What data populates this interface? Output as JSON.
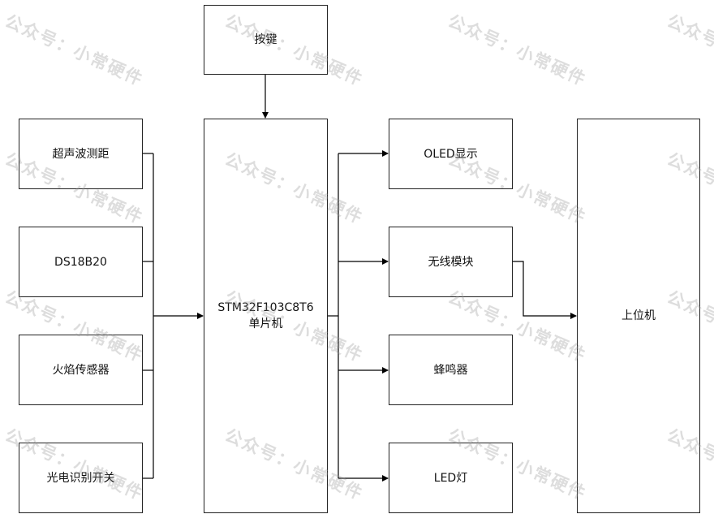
{
  "blocks": {
    "key": "按键",
    "ultrasonic": "超声波测距",
    "ds18b20": "DS18B20",
    "flame": "火焰传感器",
    "photo_switch": "光电识别开关",
    "mcu_line1": "STM32F103C8T6",
    "mcu_line2": "单片机",
    "oled": "OLED显示",
    "wireless": "无线模块",
    "buzzer": "蜂鸣器",
    "led": "LED灯",
    "host": "上位机"
  },
  "watermark": "公众号：小常硬件",
  "colors": {
    "line": "#000000",
    "border": "#222222",
    "watermark": "#969696"
  }
}
